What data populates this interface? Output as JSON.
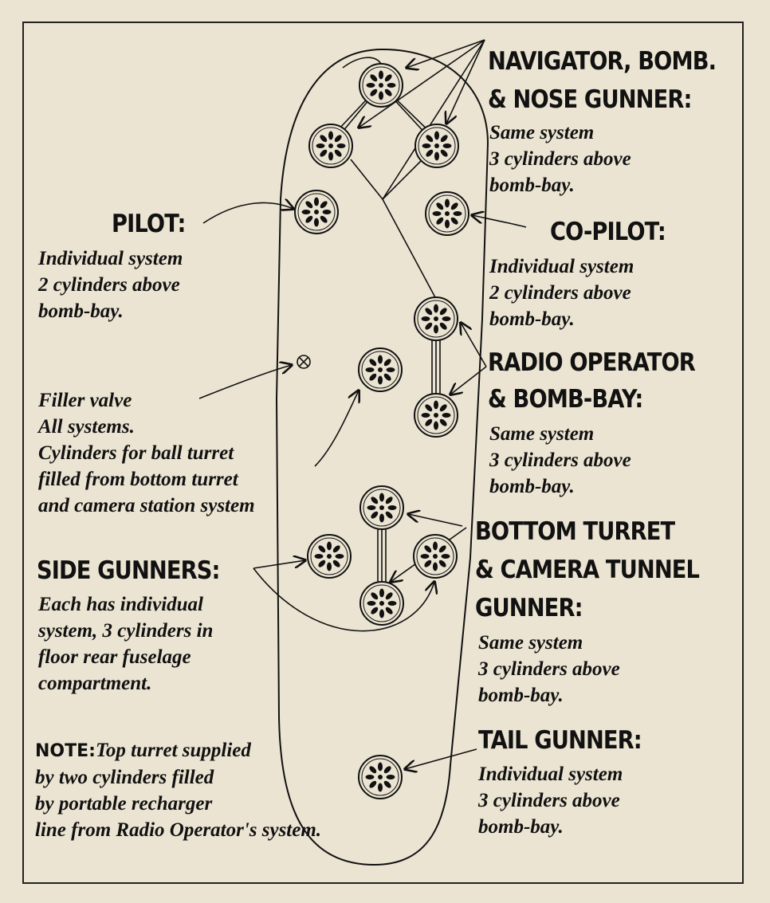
{
  "labels": {
    "navigator": {
      "title_1": "NAVIGATOR, BOMB.",
      "title_2": "& NOSE GUNNER:",
      "desc": [
        "Same system",
        "3 cylinders above",
        "bomb-bay."
      ]
    },
    "pilot": {
      "title": "PILOT:",
      "desc": [
        "Individual system",
        "2 cylinders above",
        "bomb-bay."
      ]
    },
    "copilot": {
      "title": "CO-PILOT:",
      "desc": [
        "Individual system",
        "2 cylinders above",
        "bomb-bay."
      ]
    },
    "radio": {
      "title_1": "RADIO OPERATOR",
      "title_2": "& BOMB-BAY:",
      "desc": [
        "Same system",
        "3 cylinders above",
        "bomb-bay."
      ]
    },
    "filler": {
      "desc": [
        "Filler valve",
        "All systems.",
        "Cylinders for ball turret",
        "filled from bottom turret",
        "and camera station system"
      ]
    },
    "side": {
      "title": "SIDE GUNNERS:",
      "desc": [
        "Each has individual",
        "system, 3 cylinders in",
        "floor rear fuselage",
        "compartment."
      ]
    },
    "bottom": {
      "title_1": "BOTTOM TURRET",
      "title_2": "& CAMERA TUNNEL",
      "title_3": "GUNNER:",
      "desc": [
        "Same system",
        "3 cylinders above",
        "bomb-bay."
      ]
    },
    "tail": {
      "title": "TAIL GUNNER:",
      "desc": [
        "Individual system",
        "3 cylinders above",
        "bomb-bay."
      ]
    },
    "note": {
      "title": "NOTE:",
      "lines": [
        "Top turret supplied",
        "by two cylinders filled",
        "by portable recharger",
        "line from Radio Operator's system."
      ]
    }
  },
  "icons": {
    "cylinder": "oxygen-cylinder-icon",
    "valve": "filler-valve-icon"
  }
}
